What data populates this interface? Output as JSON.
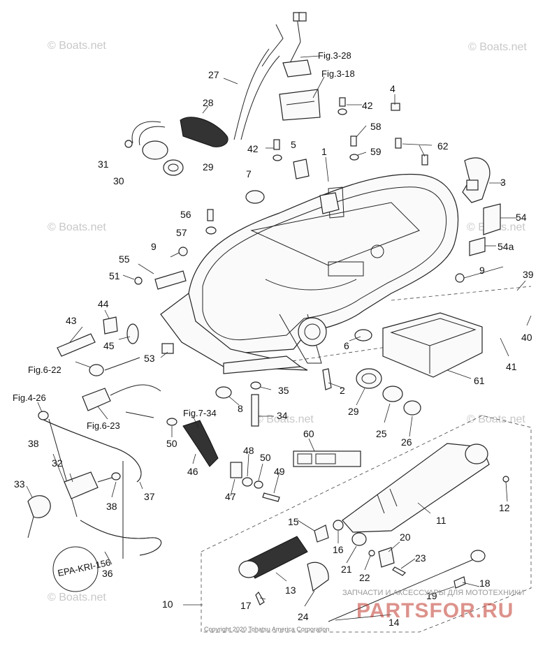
{
  "watermark": "© Boats.net",
  "refs": {
    "fig_3_28": "Fig.3-28",
    "fig_3_18": "Fig.3-18",
    "fig_6_22": "Fig.6-22",
    "fig_4_26": "Fig.4-26",
    "fig_6_23": "Fig.6-23",
    "fig_7_34": "Fig.7-34"
  },
  "labels": {
    "p1": "1",
    "p2": "2",
    "p3": "3",
    "p4": "4",
    "p5": "5",
    "p6": "6",
    "p7": "7",
    "p8": "8",
    "p9a": "9",
    "p9b": "9",
    "p10": "10",
    "p11": "11",
    "p12": "12",
    "p13": "13",
    "p14": "14",
    "p15": "15",
    "p16": "16",
    "p17": "17",
    "p18": "18",
    "p19": "19",
    "p20": "20",
    "p21": "21",
    "p22": "22",
    "p23": "23",
    "p24": "24",
    "p25": "25",
    "p26": "26",
    "p27": "27",
    "p28": "28",
    "p29a": "29",
    "p29b": "29",
    "p30": "30",
    "p31": "31",
    "p32": "32",
    "p33": "33",
    "p34": "34",
    "p35": "35",
    "p36": "36",
    "p37": "37",
    "p38a": "38",
    "p38b": "38",
    "p39": "39",
    "p40": "40",
    "p41": "41",
    "p42a": "42",
    "p42b": "42",
    "p43": "43",
    "p44": "44",
    "p45": "45",
    "p46": "46",
    "p47": "47",
    "p48": "48",
    "p49": "49",
    "p50a": "50",
    "p50b": "50",
    "p51": "51",
    "p53": "53",
    "p54": "54",
    "p54a": "54a",
    "p55": "55",
    "p56": "56",
    "p57": "57",
    "p58": "58",
    "p59": "59",
    "p60": "60",
    "p61": "61",
    "p62": "62"
  },
  "tag_text": "EPA-KRI-156",
  "copyright": "Copyright 2020 Tohatsu America Corporation",
  "shop_caption": "ЗАПЧАСТИ И АКСЕССУАРЫ ДЛЯ МОТОТЕХНИКИ",
  "shop_brand": "PARTSFOR.RU",
  "colors": {
    "line": "#222222",
    "watermark": "#c8c8c8",
    "brand": "#c0392b"
  }
}
